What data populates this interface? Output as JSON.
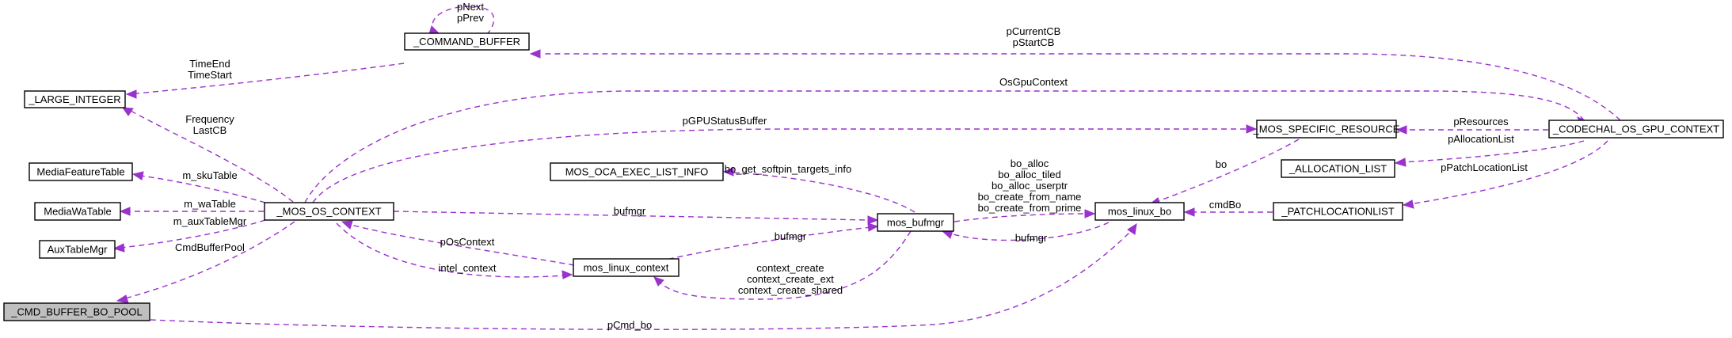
{
  "colors": {
    "edge": "#9a32cd",
    "node_border": "#000000",
    "focus_fill": "#bfbfbf",
    "node_fill": "#ffffff"
  },
  "nodes": {
    "command_buffer": "_COMMAND_BUFFER",
    "large_integer": "_LARGE_INTEGER",
    "media_feature_table": "MediaFeatureTable",
    "media_wa_table": "MediaWaTable",
    "aux_table_mgr": "AuxTableMgr",
    "cmd_buffer_bo_pool": "_CMD_BUFFER_BO_POOL",
    "mos_os_context": "_MOS_OS_CONTEXT",
    "mos_oca_exec_list_info": "MOS_OCA_EXEC_LIST_INFO",
    "mos_bufmgr": "mos_bufmgr",
    "mos_linux_context": "mos_linux_context",
    "mos_linux_bo": "mos_linux_bo",
    "mos_specific_resource": "_MOS_SPECIFIC_RESOURCE",
    "codechal_os_gpu_context": "_CODECHAL_OS_GPU_CONTEXT",
    "allocation_list": "_ALLOCATION_LIST",
    "patchlocationlist": "_PATCHLOCATIONLIST"
  },
  "edge_labels": {
    "pnext": "pNext",
    "pprev": "pPrev",
    "timeend": "TimeEnd",
    "timestart": "TimeStart",
    "pcurrentcb": "pCurrentCB",
    "pstartcb": "pStartCB",
    "osgpucontext": "OsGpuContext",
    "frequency": "Frequency",
    "lastcb": "LastCB",
    "pgpustatusbuffer": "pGPUStatusBuffer",
    "presources": "pResources",
    "pallocationlist": "pAllocationList",
    "ppatchlocationlist": "pPatchLocationList",
    "m_skutable": "m_skuTable",
    "m_watable": "m_waTable",
    "m_auxtablemgr": "m_auxTableMgr",
    "cmdbufferpool": "CmdBufferPool",
    "bufmgr_ctx": "bufmgr",
    "bufmgr_lctx": "bufmgr",
    "bufmgr_bo": "bufmgr",
    "posecontext": "pOsContext",
    "intel_context": "intel_context",
    "bo_get_softpin": "bo_get_softpin_targets_info",
    "bo_alloc": "bo_alloc",
    "bo_alloc_tiled": "bo_alloc_tiled",
    "bo_alloc_userptr": "bo_alloc_userptr",
    "bo_create_from_name": "bo_create_from_name",
    "bo_create_from_prime": "bo_create_from_prime",
    "bo": "bo",
    "cmdbo": "cmdBo",
    "context_create": "context_create",
    "context_create_ext": "context_create_ext",
    "context_create_shared": "context_create_shared",
    "pcmd_bo": "pCmd_bo"
  }
}
